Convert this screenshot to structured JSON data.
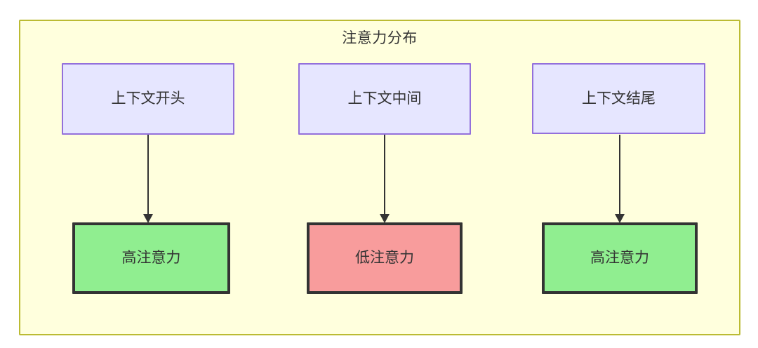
{
  "diagram": {
    "type": "flowchart",
    "container": {
      "title": "注意力分布",
      "fill": "#ffffdd",
      "stroke": "#bbbb33"
    },
    "legend": {
      "source_fill": "#e6e6ff",
      "source_stroke": "#9370db",
      "high_fill": "#90ee90",
      "low_fill": "#f89c9c",
      "node_stroke": "#333333",
      "text_color": "#333333"
    },
    "columns": [
      {
        "id": "start",
        "source": {
          "label": "上下文开头",
          "style": "source"
        },
        "target": {
          "label": "高注意力",
          "style": "high"
        },
        "edge": {
          "label": "",
          "direction": "down"
        }
      },
      {
        "id": "middle",
        "source": {
          "label": "上下文中间",
          "style": "source"
        },
        "target": {
          "label": "低注意力",
          "style": "low"
        },
        "edge": {
          "label": "",
          "direction": "down"
        }
      },
      {
        "id": "end",
        "source": {
          "label": "上下文结尾",
          "style": "source"
        },
        "target": {
          "label": "高注意力",
          "style": "high"
        },
        "edge": {
          "label": "",
          "direction": "down"
        }
      }
    ]
  }
}
